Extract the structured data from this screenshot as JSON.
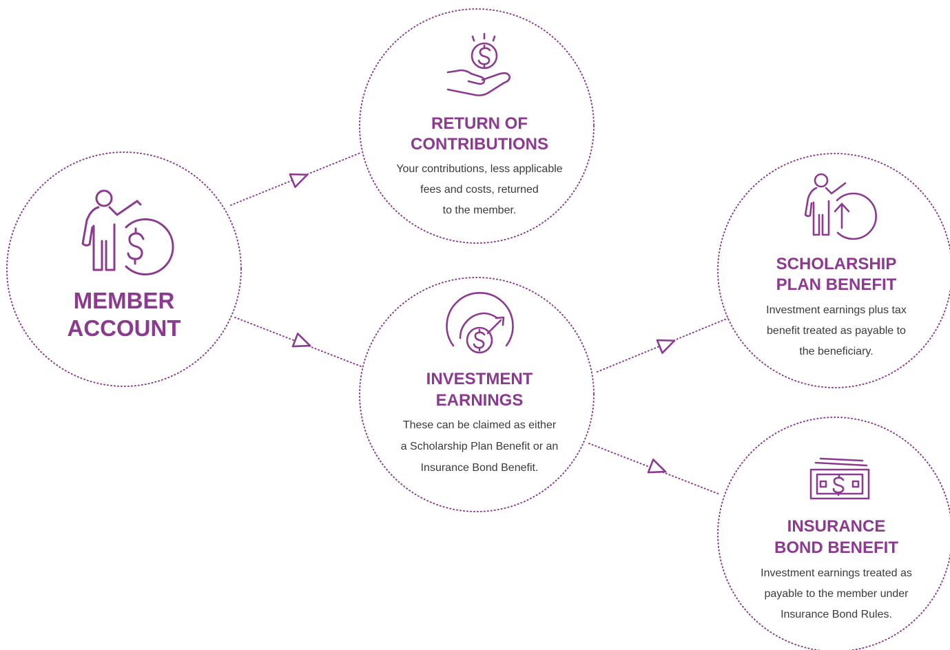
{
  "colors": {
    "accent": "#8b3a8f",
    "text": "#3a3a3a",
    "circle_outline": "#8b3a8f",
    "background": "#ffffff"
  },
  "nodes": {
    "member_account": {
      "icon": "person-presenting-dollar-icon",
      "title_line1": "MEMBER",
      "title_line2": "ACCOUNT"
    },
    "return_of_contributions": {
      "icon": "hand-holding-coin-icon",
      "title_line1": "RETURN OF",
      "title_line2": "CONTRIBUTIONS",
      "desc_line1": "Your contributions, less applicable",
      "desc_line2": "fees and costs, returned",
      "desc_line3": "to the member."
    },
    "investment_earnings": {
      "icon": "dollar-gauge-icon",
      "title_line1": "INVESTMENT",
      "title_line2": "EARNINGS",
      "desc_line1": "These can be claimed as either",
      "desc_line2": "a Scholarship Plan Benefit or an",
      "desc_line3": "Insurance Bond Benefit."
    },
    "scholarship_plan_benefit": {
      "icon": "person-presenting-growth-icon",
      "title_line1": "SCHOLARSHIP",
      "title_line2": "PLAN BENEFIT",
      "desc_line1": "Investment earnings plus tax",
      "desc_line2": "benefit treated as payable to",
      "desc_line3": "the beneficiary."
    },
    "insurance_bond_benefit": {
      "icon": "banknote-stack-icon",
      "title_line1": "INSURANCE",
      "title_line2": "BOND BENEFIT",
      "desc_line1": "Investment earnings treated as",
      "desc_line2": "payable to the member under",
      "desc_line3": "Insurance Bond Rules."
    }
  },
  "connectors": [
    {
      "from": "MEMBER ACCOUNT",
      "to": "RETURN OF CONTRIBUTIONS"
    },
    {
      "from": "MEMBER ACCOUNT",
      "to": "INVESTMENT EARNINGS"
    },
    {
      "from": "INVESTMENT EARNINGS",
      "to": "SCHOLARSHIP PLAN BENEFIT"
    },
    {
      "from": "INVESTMENT EARNINGS",
      "to": "INSURANCE BOND BENEFIT"
    }
  ]
}
